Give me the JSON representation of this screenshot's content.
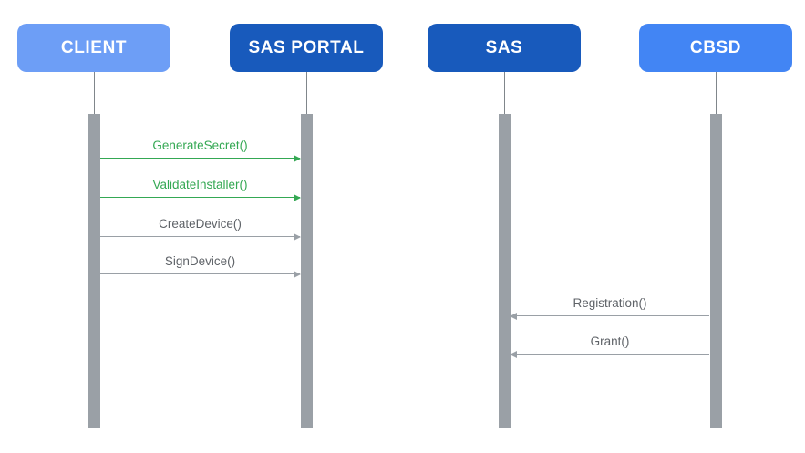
{
  "diagram": {
    "type": "sequence",
    "actors": [
      {
        "label": "CLIENT",
        "style": "light-blue"
      },
      {
        "label": "SAS PORTAL",
        "style": "dark-blue"
      },
      {
        "label": "SAS",
        "style": "dark-blue"
      },
      {
        "label": "CBSD",
        "style": "medium-blue"
      }
    ],
    "messages": [
      {
        "label": "GenerateSecret()",
        "from": "CLIENT",
        "to": "SAS PORTAL",
        "color": "green",
        "direction": "right"
      },
      {
        "label": "ValidateInstaller()",
        "from": "CLIENT",
        "to": "SAS PORTAL",
        "color": "green",
        "direction": "right"
      },
      {
        "label": "CreateDevice()",
        "from": "CLIENT",
        "to": "SAS PORTAL",
        "color": "gray",
        "direction": "right"
      },
      {
        "label": "SignDevice()",
        "from": "CLIENT",
        "to": "SAS PORTAL",
        "color": "gray",
        "direction": "right"
      },
      {
        "label": "Registration()",
        "from": "CBSD",
        "to": "SAS",
        "color": "gray",
        "direction": "left"
      },
      {
        "label": "Grant()",
        "from": "CBSD",
        "to": "SAS",
        "color": "gray",
        "direction": "left"
      }
    ]
  },
  "colors": {
    "background": "#FFFFFF",
    "client_box": "#6D9EF6",
    "portal_box": "#185ABC",
    "sas_box": "#185ABC",
    "cbsd_box": "#4285F4",
    "header_text": "#FFFFFF",
    "green": "#34A853",
    "message_text": "#5F6368",
    "arrow_line": "#9AA0A6",
    "bar": "#9AA0A6",
    "lifeline": "#80868B"
  }
}
